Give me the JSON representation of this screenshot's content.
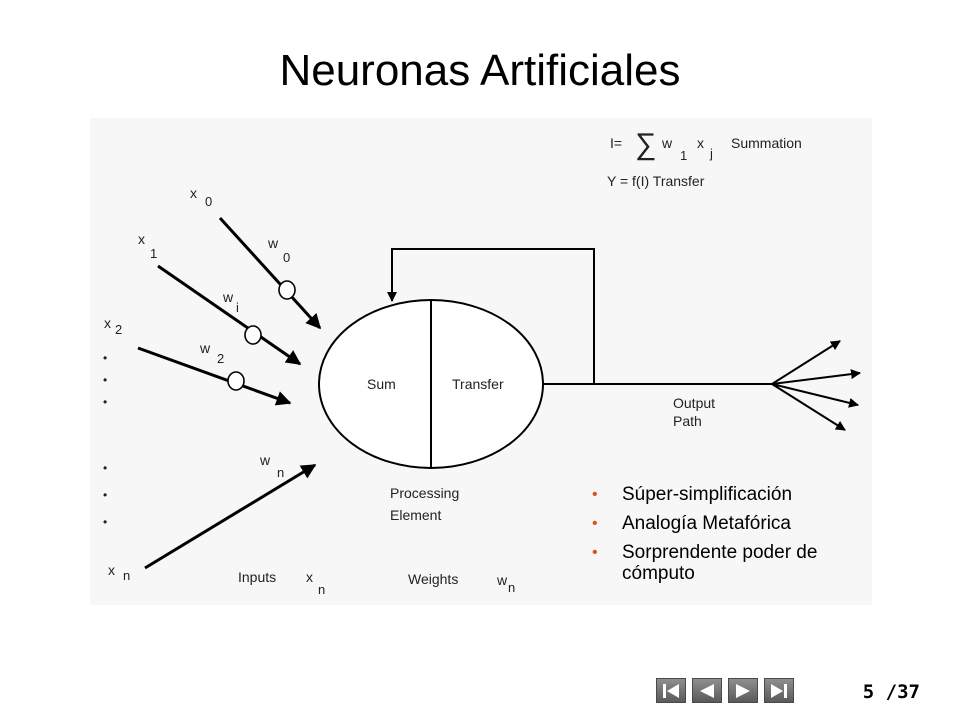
{
  "slide": {
    "title": "Neuronas Artificiales",
    "current": "5",
    "total": "/37"
  },
  "diagram": {
    "formula": {
      "i_eq": "I=",
      "sigma": "∑",
      "w": "w",
      "sub_1": "1",
      "x": "x",
      "sub_j": "j",
      "summation": "Summation",
      "transfer_line": "Y = f(I) Transfer"
    },
    "inputs": {
      "x": "x",
      "x0_sub": "0",
      "x1_sub": "1",
      "x2_sub": "2",
      "xn_sub": "n",
      "dot": "•"
    },
    "weights": {
      "w": "w",
      "w0_sub": "0",
      "wi_sub": "i",
      "w2_sub": "2",
      "wn_sub": "n"
    },
    "element": {
      "sum": "Sum",
      "transfer": "Transfer",
      "processing": "Processing",
      "element_word": "Element"
    },
    "output": {
      "line1": "Output",
      "line2": "Path"
    },
    "bottom_labels": {
      "inputs": "Inputs",
      "x": "x",
      "x_sub": "n",
      "weights": "Weights",
      "w": "w",
      "w_sub": "n"
    }
  },
  "bullets": [
    "Súper-simplificación",
    "Analogía Metafórica",
    "Sorprendente poder de cómputo"
  ],
  "nav": {
    "icons": [
      "first-slide-icon",
      "previous-slide-icon",
      "next-slide-icon",
      "last-slide-icon"
    ]
  },
  "colors": {
    "bullet": "#d7561f",
    "nav_button": "#6e6e6e"
  }
}
